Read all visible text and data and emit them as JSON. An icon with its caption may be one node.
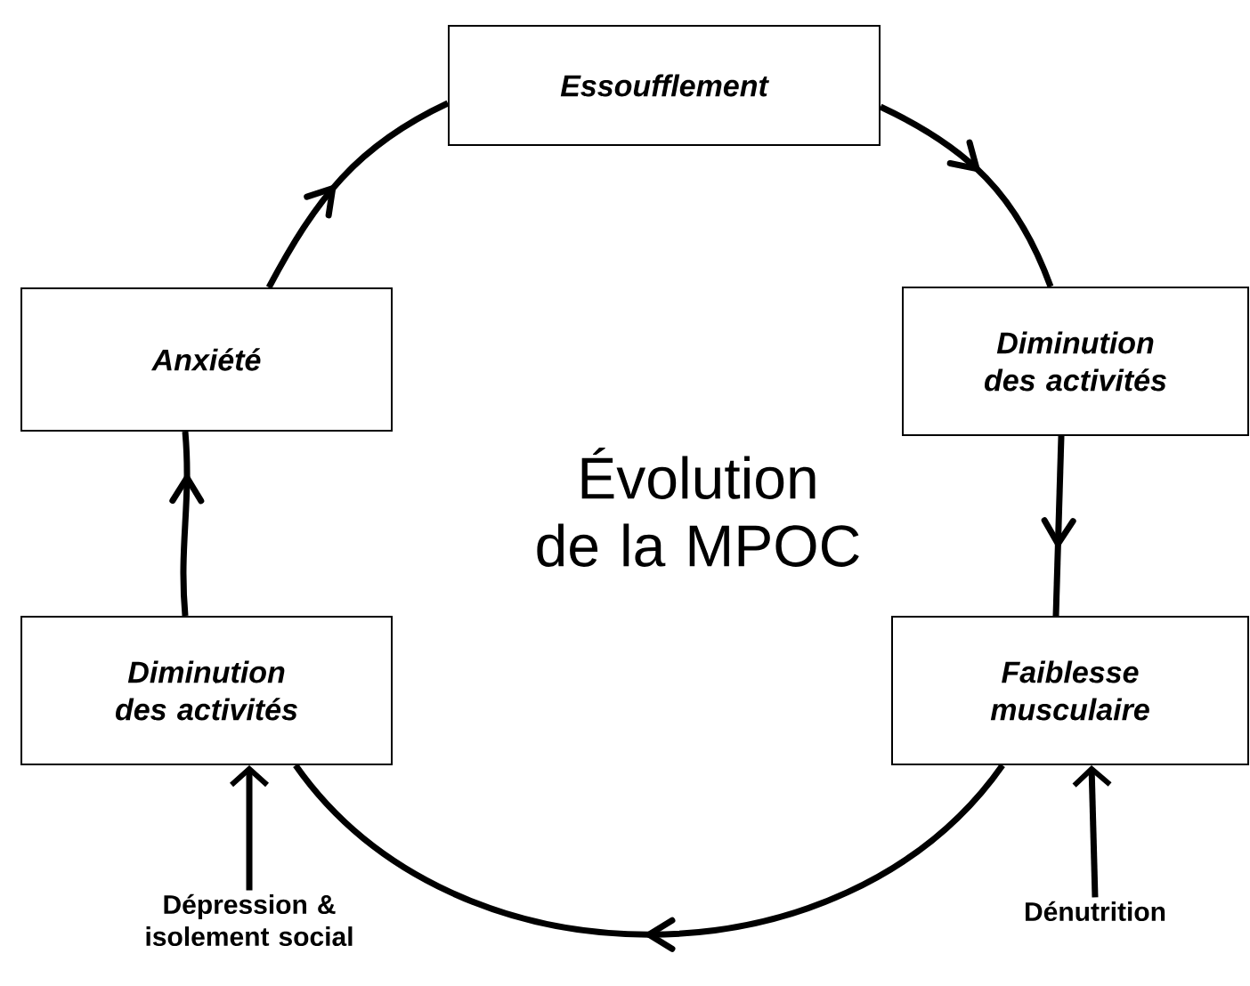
{
  "diagram": {
    "title": "Évolution de la MPOC",
    "nodes": [
      {
        "text": [
          "Essoufflement"
        ]
      },
      {
        "text": [
          "Diminution des activités"
        ]
      },
      {
        "text": [
          "Faiblesse musculaire"
        ]
      },
      {
        "text": [
          "Diminution des activités"
        ]
      },
      {
        "text": [
          "Anxiété"
        ]
      },
      {
        "text": [
          "Dépression & isolement social"
        ]
      },
      {
        "text": [
          "Dénutrition"
        ]
      }
    ],
    "edges": [
      {
        "from": 0,
        "to": 1,
        "arrow": "to"
      },
      {
        "from": 1,
        "to": 2,
        "arrow": "to"
      },
      {
        "from": 2,
        "to": 3,
        "arrow": "to"
      },
      {
        "from": 3,
        "to": 4,
        "arrow": "to"
      },
      {
        "from": 4,
        "to": 0,
        "arrow": "to"
      },
      {
        "from": 5,
        "to": 3,
        "arrow": "to"
      },
      {
        "from": 6,
        "to": 2,
        "arrow": "to"
      }
    ]
  }
}
